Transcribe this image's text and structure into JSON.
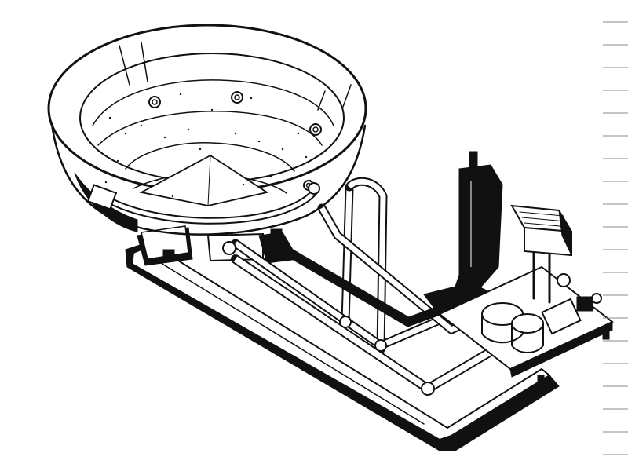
{
  "page": {
    "background": "#ffffff",
    "ink_color": "#111111",
    "guide_line_color": "#8a8a8a"
  },
  "illustration": {
    "kind": "line-drawing",
    "components": [
      "tub",
      "jet",
      "plumbing",
      "pump-motor",
      "control-box",
      "heater",
      "base-platform"
    ],
    "jet_count": 4
  },
  "margin_rules": {
    "count": 20,
    "side": "right"
  }
}
